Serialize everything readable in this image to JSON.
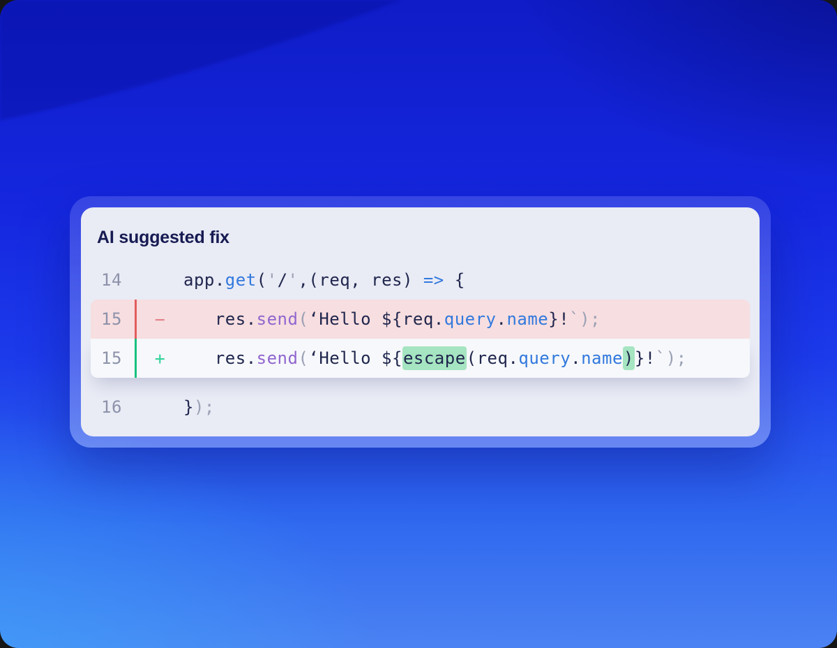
{
  "card": {
    "title": "AI suggested fix",
    "code_lines": [
      {
        "number": "14",
        "change": "context",
        "marker": "",
        "segments": [
          {
            "t": "app.",
            "c": "dark"
          },
          {
            "t": "get",
            "c": "blue"
          },
          {
            "t": "(",
            "c": "dark"
          },
          {
            "t": "'",
            "c": "gray"
          },
          {
            "t": "/",
            "c": "dark"
          },
          {
            "t": "'",
            "c": "gray"
          },
          {
            "t": ",(req, res) ",
            "c": "dark"
          },
          {
            "t": "=>",
            "c": "blue"
          },
          {
            "t": " {",
            "c": "dark"
          }
        ]
      },
      {
        "number": "15",
        "change": "removed",
        "marker": "−",
        "segments": [
          {
            "t": "   res.",
            "c": "dark"
          },
          {
            "t": "send",
            "c": "purple"
          },
          {
            "t": "(",
            "c": "gray"
          },
          {
            "t": "‘Hello ${req.",
            "c": "dark"
          },
          {
            "t": "query",
            "c": "blue"
          },
          {
            "t": ".",
            "c": "dark"
          },
          {
            "t": "name",
            "c": "blue"
          },
          {
            "t": "}!",
            "c": "dark"
          },
          {
            "t": "`);",
            "c": "gray"
          }
        ]
      },
      {
        "number": "15",
        "change": "added",
        "marker": "+",
        "segments": [
          {
            "t": "   res.",
            "c": "dark"
          },
          {
            "t": "send",
            "c": "purple"
          },
          {
            "t": "(",
            "c": "gray"
          },
          {
            "t": "‘Hello ${",
            "c": "dark"
          },
          {
            "t": "escape",
            "c": "dark highlight"
          },
          {
            "t": "(req.",
            "c": "dark"
          },
          {
            "t": "query",
            "c": "blue"
          },
          {
            "t": ".",
            "c": "dark"
          },
          {
            "t": "name",
            "c": "blue"
          },
          {
            "t": ")",
            "c": "dark highlight"
          },
          {
            "t": "}!",
            "c": "dark"
          },
          {
            "t": "`);",
            "c": "gray"
          }
        ]
      },
      {
        "number": "16",
        "change": "context",
        "marker": "",
        "segments": [
          {
            "t": "}",
            "c": "dark"
          },
          {
            "t": ");",
            "c": "gray"
          }
        ]
      }
    ]
  },
  "colors": {
    "background_top": "#0f1cc7",
    "background_mid": "#1c3aea",
    "background_bottom_left": "#42a3f2",
    "background_bottom_right": "#4a78f3",
    "card_ring": "rgba(255,255,255,0.3)",
    "card_surface": "#e9ebf5",
    "title_text": "#171b52",
    "removed_row_bg": "#f7dee0",
    "removed_accent": "#e05c5c",
    "added_row_bg": "#f6f8fb",
    "added_accent": "#17c07f",
    "highlight_bg": "#a5e5c1",
    "code_default": "#20264d",
    "code_function_blue": "#3279dd",
    "code_function_purple": "#9166cf",
    "code_punctuation": "#9aa0b4",
    "line_number": "#8d92aa"
  }
}
